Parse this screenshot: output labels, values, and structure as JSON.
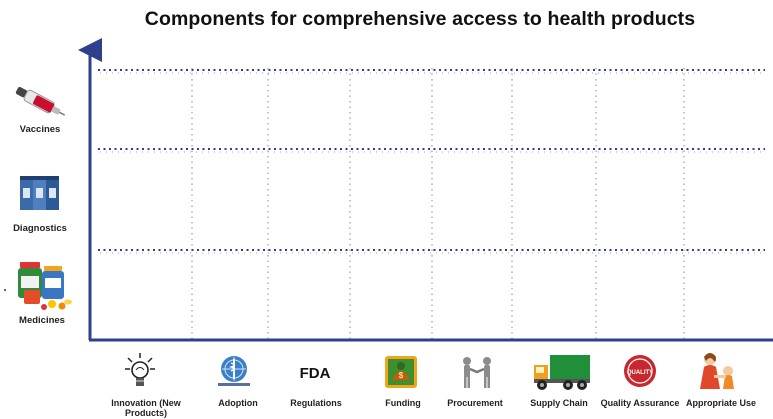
{
  "title": "Components for comprehensive access to health products",
  "rows": [
    {
      "label": "Vaccines",
      "icon": "vaccine-syringe-icon"
    },
    {
      "label": "Diagnostics",
      "icon": "diagnostics-kit-icon"
    },
    {
      "label": "Medicines",
      "icon": "medicine-bottles-icon"
    }
  ],
  "columns": [
    {
      "label": "Innovation (New Products)",
      "icon": "lightbulb-icon"
    },
    {
      "label": "Adoption",
      "icon": "world-health-organization-logo-icon"
    },
    {
      "label": "Regulations",
      "icon": "fda-logo-icon"
    },
    {
      "label": "Funding",
      "icon": "money-bag-icon"
    },
    {
      "label": "Procurement",
      "icon": "handshake-figures-icon"
    },
    {
      "label": "Supply Chain",
      "icon": "delivery-truck-icon"
    },
    {
      "label": "Quality Assurance",
      "icon": "quality-seal-icon"
    },
    {
      "label": "Appropriate Use",
      "icon": "mother-child-icon"
    }
  ],
  "fda_logo_text": "FDA",
  "quality_seal_text": "QUALITY",
  "colors": {
    "axis": "#2e3f8c",
    "row_dots": "#2e3f8c",
    "col_dots": "#9aa4a8"
  }
}
